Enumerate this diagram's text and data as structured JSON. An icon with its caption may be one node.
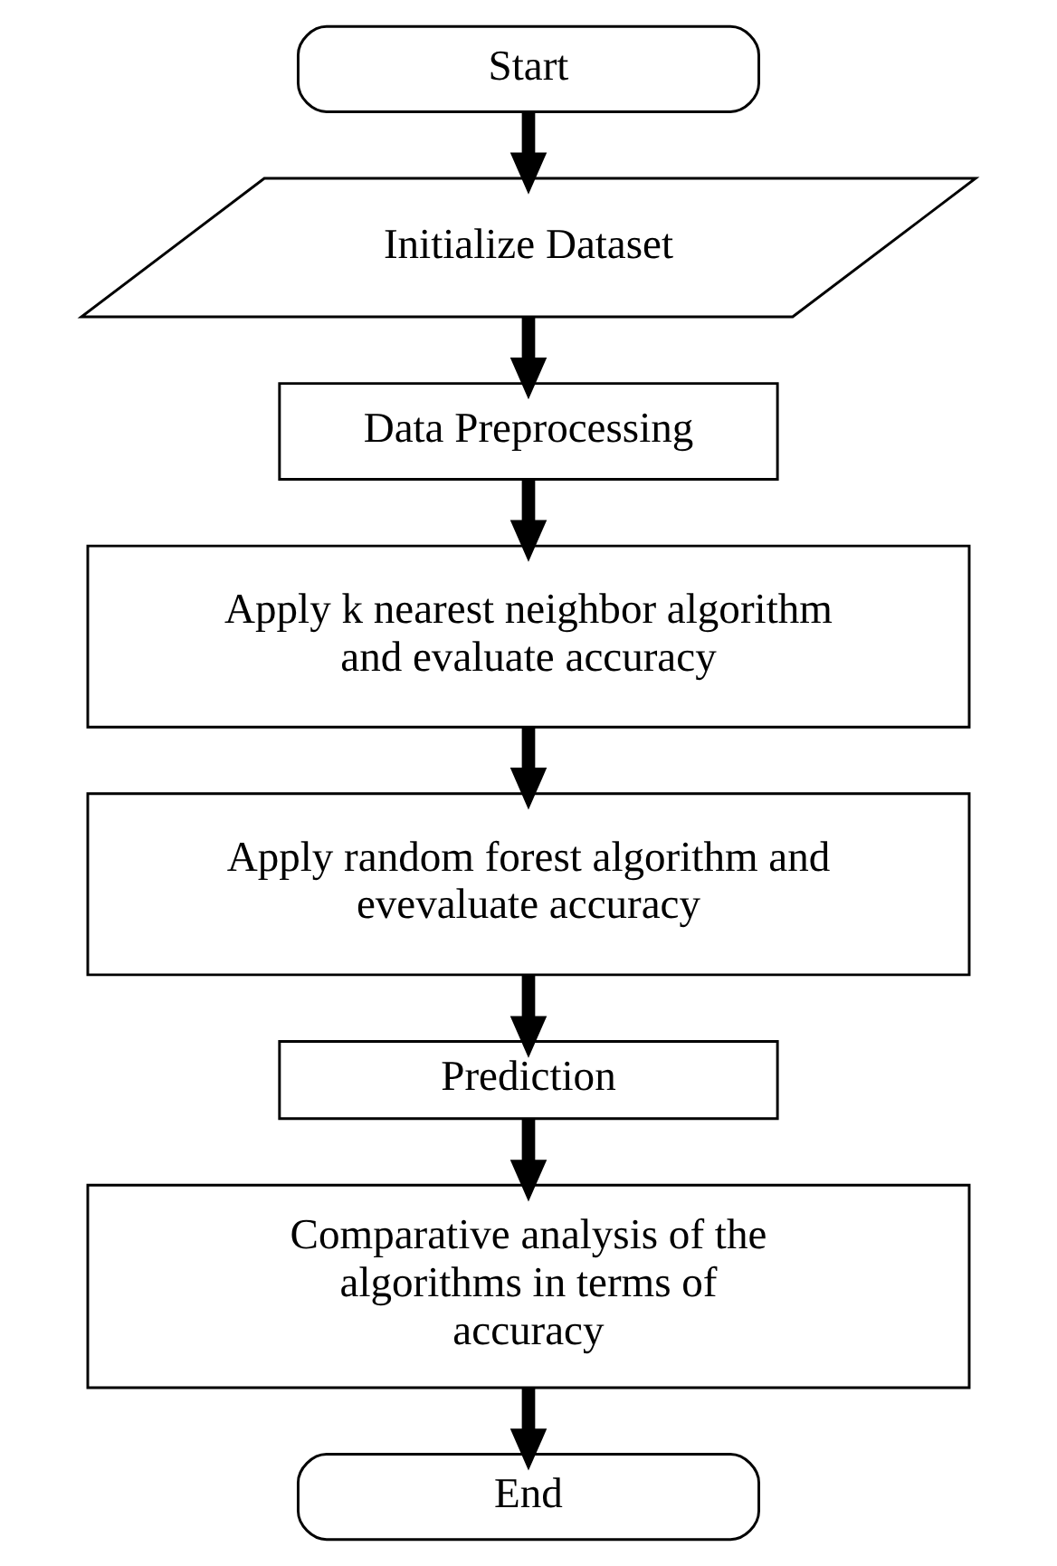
{
  "diagram": {
    "nodes": [
      {
        "text": [
          "Start"
        ]
      },
      {
        "text": [
          "Initialize Dataset"
        ]
      },
      {
        "text": [
          "Data Preprocessing"
        ]
      },
      {
        "text": [
          "Apply k nearest neighbor algorithm and evaluate accuracy"
        ]
      },
      {
        "text": [
          "Apply random forest algorithm and evevaluate accuracy"
        ]
      },
      {
        "text": [
          "Prediction"
        ]
      },
      {
        "text": [
          "Comparative analysis of the algorithms in terms of accuracy"
        ]
      },
      {
        "text": [
          "End"
        ]
      }
    ],
    "edges": [
      {
        "from": 0,
        "to": 1,
        "arrow": "to"
      },
      {
        "from": 1,
        "to": 2,
        "arrow": "to"
      },
      {
        "from": 2,
        "to": 3,
        "arrow": "to"
      },
      {
        "from": 3,
        "to": 4,
        "arrow": "to"
      },
      {
        "from": 4,
        "to": 5,
        "arrow": "to"
      },
      {
        "from": 5,
        "to": 6,
        "arrow": "to"
      },
      {
        "from": 6,
        "to": 7,
        "arrow": "to"
      }
    ]
  }
}
